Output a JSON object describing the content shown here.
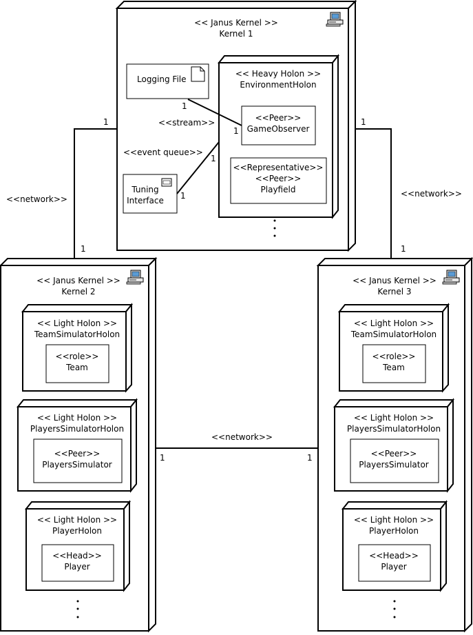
{
  "kernel1": {
    "stereotype": "<< Janus Kernel >>",
    "name": "Kernel 1",
    "icon": "computer-icon",
    "logging_file": "Logging File",
    "tuning_interface": [
      "Tuning",
      "Interface"
    ],
    "stream_label": "<<stream>>",
    "event_queue_label": "<<event queue>>",
    "environment": {
      "stereotype": "<< Heavy Holon >>",
      "name": "EnvironmentHolon",
      "game_observer": [
        "<<Peer>>",
        "GameObserver"
      ],
      "playfield": [
        "<<Representative>>",
        "<<Peer>>",
        "Playfield"
      ]
    },
    "mult_logging": "1",
    "mult_stream_end": "1",
    "mult_queue_end": "1",
    "mult_tuning": "1"
  },
  "kernel2": {
    "stereotype": "<< Janus Kernel >>",
    "name": "Kernel 2",
    "holons": [
      {
        "stereotype": "<< Light Holon >>",
        "name": "TeamSimulatorHolon",
        "inner": [
          "<<role>>",
          "Team"
        ]
      },
      {
        "stereotype": "<< Light Holon >>",
        "name": "PlayersSimulatorHolon",
        "inner": [
          "<<Peer>>",
          "PlayersSimulator"
        ]
      },
      {
        "stereotype": "<< Light Holon >>",
        "name": "PlayerHolon",
        "inner": [
          "<<Head>>",
          "Player"
        ]
      }
    ]
  },
  "kernel3": {
    "stereotype": "<< Janus Kernel >>",
    "name": "Kernel 3",
    "holons": [
      {
        "stereotype": "<< Light Holon >>",
        "name": "TeamSimulatorHolon",
        "inner": [
          "<<role>>",
          "Team"
        ]
      },
      {
        "stereotype": "<< Light Holon >>",
        "name": "PlayersSimulatorHolon",
        "inner": [
          "<<Peer>>",
          "PlayersSimulator"
        ]
      },
      {
        "stereotype": "<< Light Holon >>",
        "name": "PlayerHolon",
        "inner": [
          "<<Head>>",
          "Player"
        ]
      }
    ]
  },
  "connections": {
    "k1_k2": {
      "label": "<<network>>",
      "mult_a": "1",
      "mult_b": "1"
    },
    "k1_k3": {
      "label": "<<network>>",
      "mult_a": "1",
      "mult_b": "1"
    },
    "k2_k3": {
      "label": "<<network>>",
      "mult_a": "1",
      "mult_b": "1"
    }
  }
}
